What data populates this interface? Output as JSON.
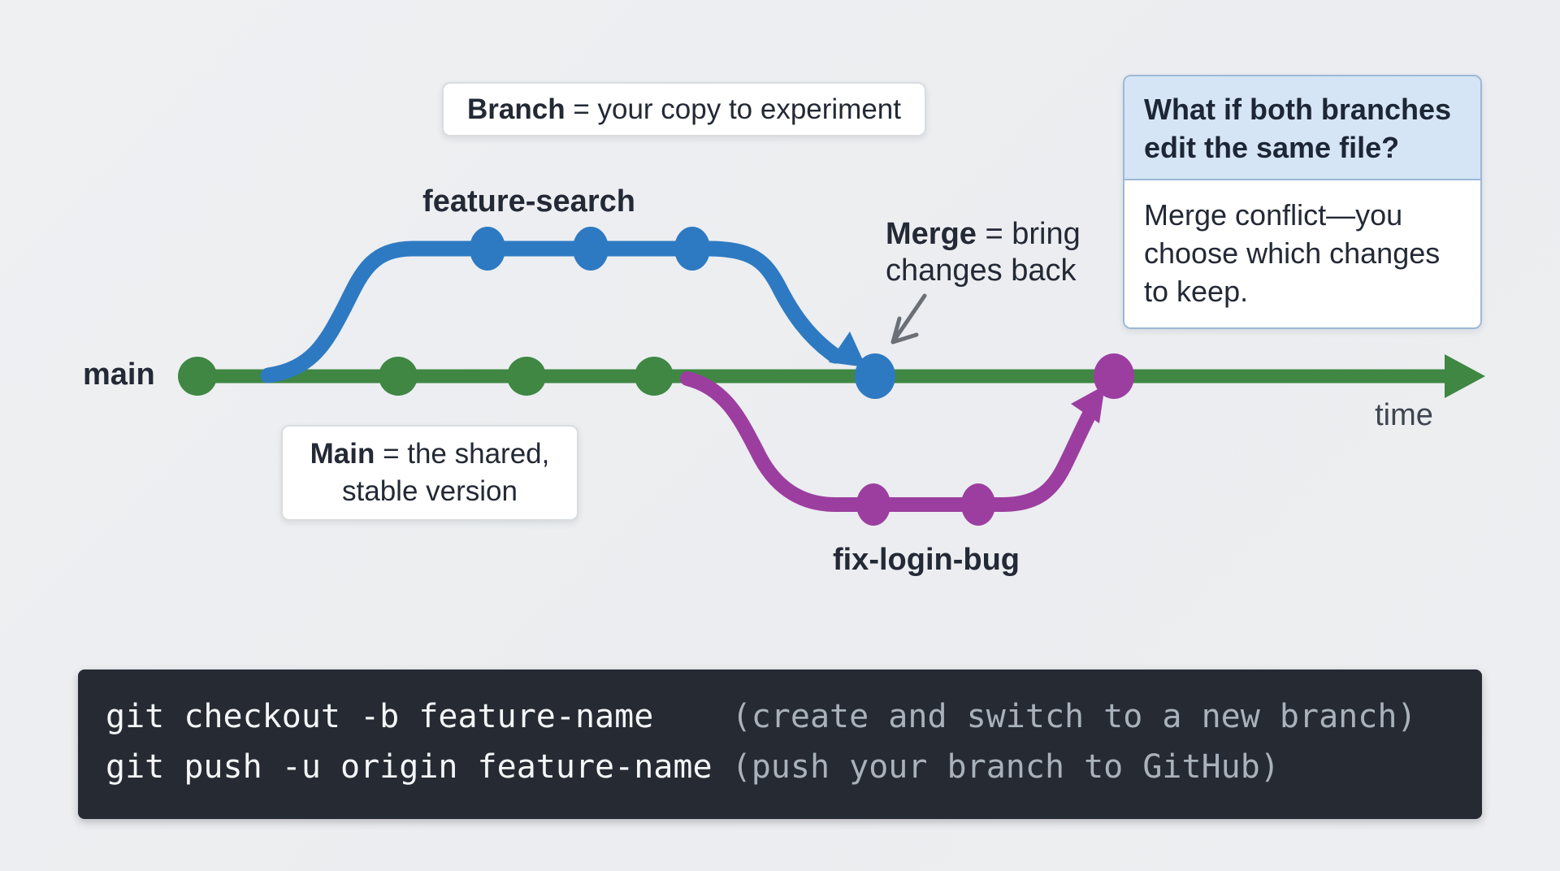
{
  "colors": {
    "background": "#edeef1",
    "branch_green": "#3f8743",
    "branch_blue": "#2e7ac2",
    "branch_purple": "#9c3ea0",
    "annotation_arrow_gray": "#6a7076",
    "text_dark": "#232935",
    "infobox_header_bg": "#d5e5f5",
    "infobox_border": "#9cb8d8",
    "code_panel_bg": "#262b33",
    "code_text": "#f4f6f8",
    "code_comment": "#a9b1bb"
  },
  "diagram": {
    "main_label": "main",
    "time_label": "time",
    "feature_branch_label": "feature-search",
    "bugfix_branch_label": "fix-login-bug",
    "structure": {
      "main_commit_count": 4,
      "feature_commit_count": 3,
      "bugfix_commit_count": 2,
      "merge_commit_count": 2
    }
  },
  "notes": {
    "branch": {
      "term": "Branch",
      "definition": " = your copy to experiment"
    },
    "main": {
      "term": "Main",
      "definition": " = the shared,",
      "definition_line2": "stable version"
    },
    "merge": {
      "term": "Merge",
      "definition": " = bring",
      "definition_line2": "changes back"
    }
  },
  "conflict_box": {
    "question": "What if both branches edit the same file?",
    "answer": "Merge conflict—you choose which changes to keep."
  },
  "code_block": {
    "lines": [
      {
        "code": "git checkout -b feature-name    ",
        "comment": "(create and switch to a new branch)"
      },
      {
        "code": "git push -u origin feature-name ",
        "comment": "(push your branch to GitHub)"
      }
    ]
  }
}
